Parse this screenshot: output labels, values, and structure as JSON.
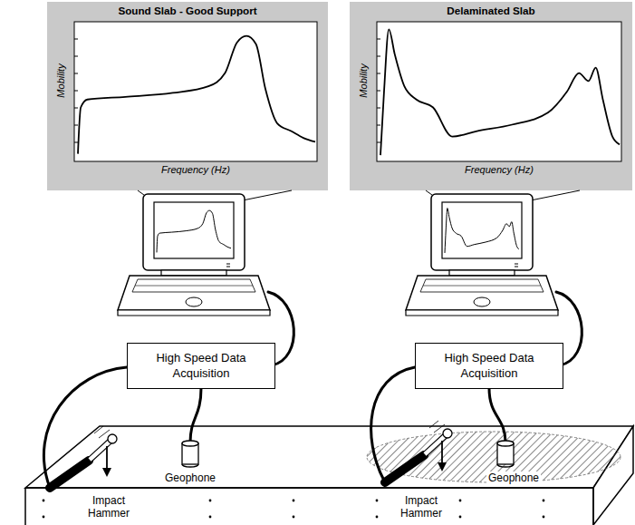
{
  "diagram": {
    "nodes": [
      {
        "text": [
          "Sound Slab - Good Support",
          "Mobility",
          "Frequency (Hz)"
        ]
      },
      {
        "text": [
          "Delaminated Slab",
          "Mobility",
          "Frequency (Hz)"
        ]
      },
      {
        "text": [
          "High Speed Data Acquisition"
        ]
      },
      {
        "text": [
          "High Speed Data Acquisition"
        ]
      }
    ],
    "labels": [
      "Impact Hammer",
      "Geophone",
      "Impact Hammer",
      "Geophone"
    ]
  }
}
